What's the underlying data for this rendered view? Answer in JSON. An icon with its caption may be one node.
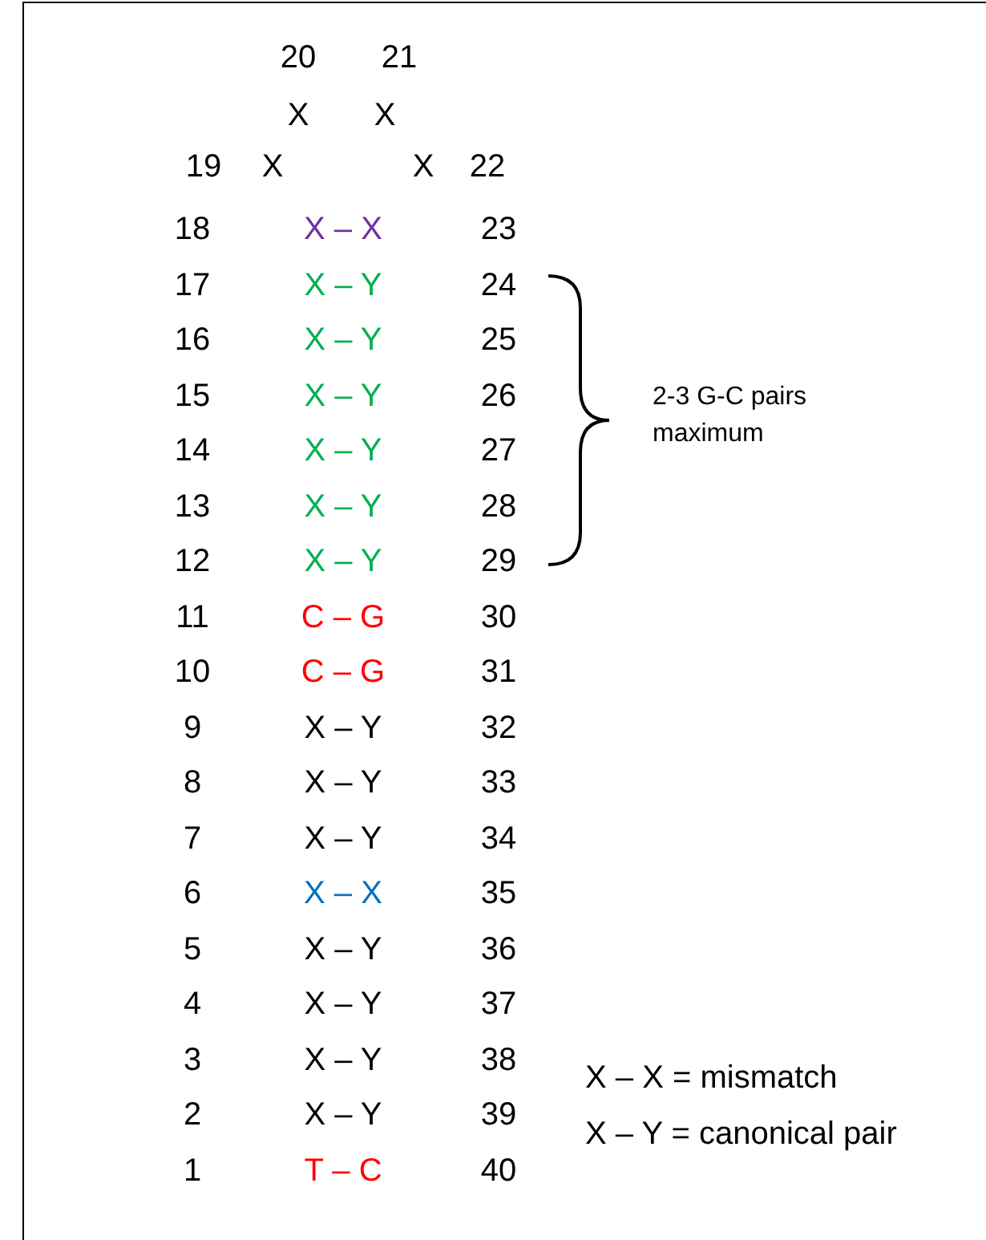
{
  "diagram": {
    "labels": [
      "20",
      "21",
      "X",
      "X",
      "19",
      "X",
      "X",
      "22",
      "18",
      "X – X",
      "23",
      "17",
      "X – Y",
      "24",
      "16",
      "X – Y",
      "25",
      "15",
      "X – Y",
      "26",
      "14",
      "X – Y",
      "27",
      "13",
      "X – Y",
      "28",
      "12",
      "X – Y",
      "29",
      "11",
      "C – G",
      "30",
      "10",
      "C – G",
      "31",
      "9",
      "X – Y",
      "32",
      "8",
      "X – Y",
      "33",
      "7",
      "X – Y",
      "34",
      "6",
      "X – X",
      "35",
      "5",
      "X – Y",
      "36",
      "4",
      "X – Y",
      "37",
      "3",
      "X – Y",
      "38",
      "2",
      "X – Y",
      "39",
      "1",
      "T – C",
      "40",
      "2-3 G-C pairs maximum",
      "X – X = mismatch",
      "X – Y = canonical pair"
    ]
  }
}
